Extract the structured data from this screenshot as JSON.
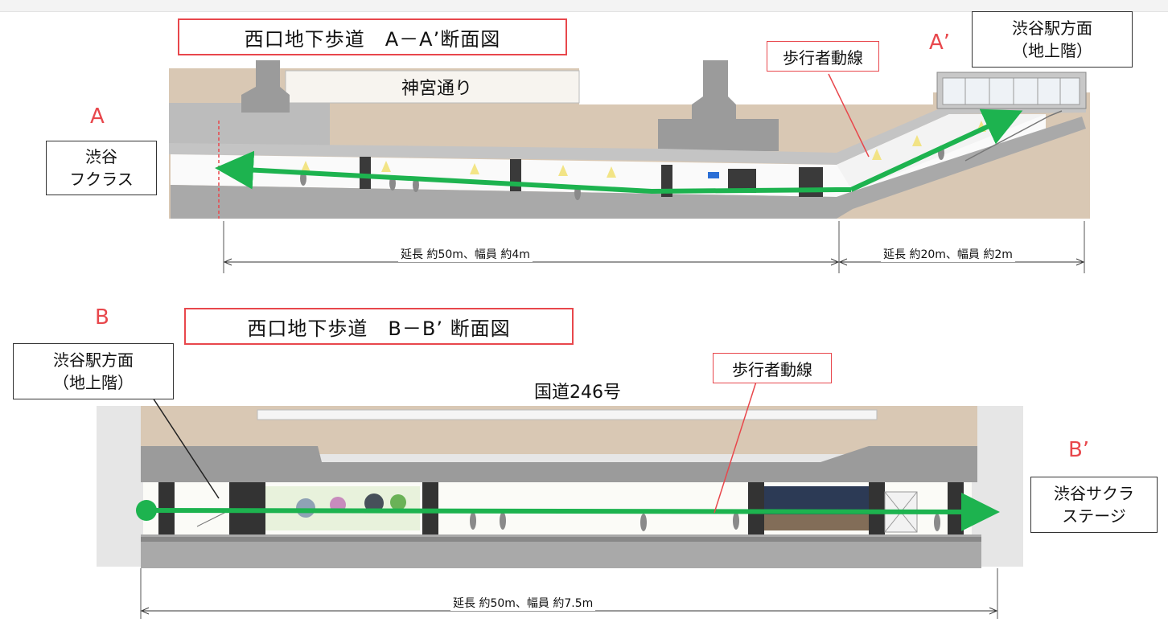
{
  "section_a": {
    "title": "西口地下歩道　A－A’断面図",
    "road_label": "神宮通り",
    "left_letter": "A",
    "right_letter": "A’",
    "left_dest_line1": "渋谷",
    "left_dest_line2": "フクラス",
    "right_dest_line1": "渋谷駅方面",
    "right_dest_line2": "（地上階）",
    "flow_label": "歩行者動線",
    "dim_left": "延長 約50m、幅員 約4m",
    "dim_right": "延長 約20m、幅員 約2m"
  },
  "section_b": {
    "title": "西口地下歩道　B－B’ 断面図",
    "road_label": "国道246号",
    "left_letter": "B",
    "right_letter": "B’",
    "left_dest_line1": "渋谷駅方面",
    "left_dest_line2": "（地上階）",
    "right_dest_line1": "渋谷サクラ",
    "right_dest_line2": "ステージ",
    "flow_label": "歩行者動線",
    "dim": "延長 約50m、幅員 約7.5m"
  },
  "colors": {
    "flow_arrow": "#1db34f",
    "callout_red": "#e8474c",
    "ground": "#d9c8b4",
    "structure": "#9b9b9b"
  }
}
